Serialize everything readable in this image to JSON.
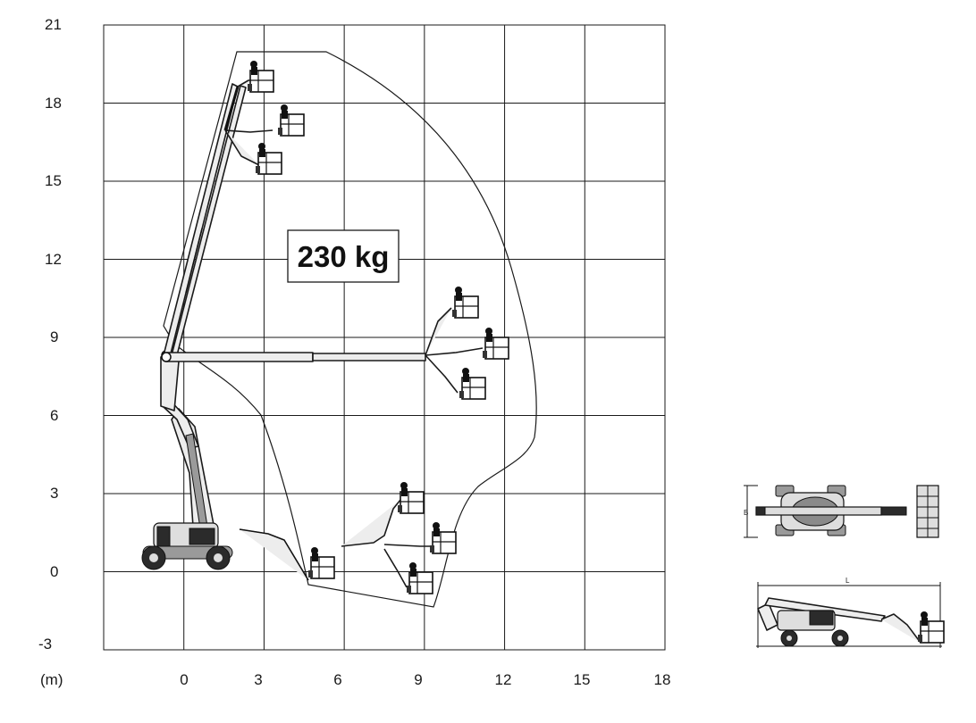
{
  "diagram": {
    "unit_label": "(m)",
    "x_ticks": [
      "0",
      "3",
      "6",
      "9",
      "12",
      "15",
      "18"
    ],
    "y_ticks": [
      "21",
      "18",
      "15",
      "12",
      "9",
      "6",
      "3",
      "0",
      "-3"
    ],
    "capacity_label": "230 kg"
  },
  "insets": {
    "top_view": {
      "width_label": "B"
    },
    "side_view": {
      "length_label": "L"
    }
  },
  "colors": {
    "line": "#1a1a1a",
    "machine_dark": "#2b2b2b",
    "machine_light": "#dedede",
    "background": "#ffffff"
  }
}
